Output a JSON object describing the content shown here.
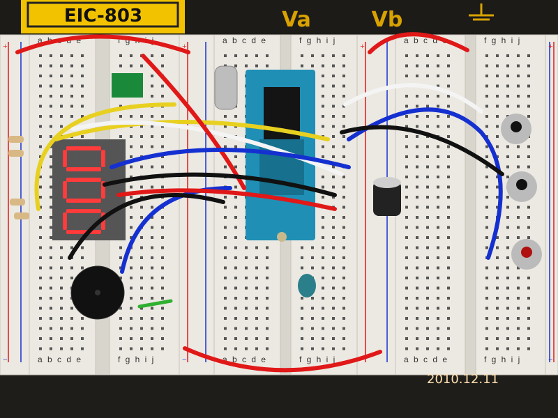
{
  "trainer_label": "EIC-803",
  "terminals": {
    "va": "Va",
    "vb": "Vb"
  },
  "column_labels": {
    "left": "a b c d e",
    "right": "f g h i j"
  },
  "rail_signs": {
    "plus": "+",
    "minus": "−"
  },
  "date_stamp": "2010.12.11",
  "colors": {
    "board": "#ece9e2",
    "label_yellow": "#f2c200",
    "segment_on": "#ff3b3b",
    "ic_socket": "#1f8fb5",
    "wire_red": "#e01818",
    "wire_blue": "#1530d0",
    "wire_yellow": "#e8d020",
    "wire_black": "#111111",
    "wire_white": "#f4f4f4"
  }
}
